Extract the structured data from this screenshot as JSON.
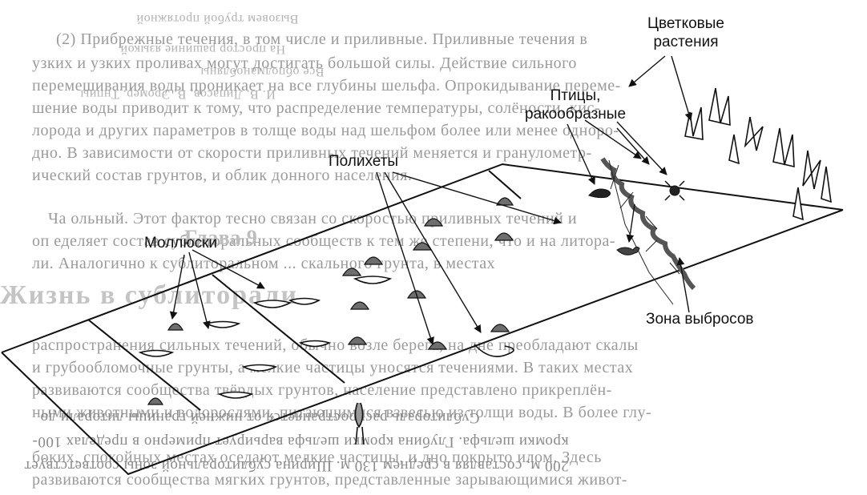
{
  "labels": {
    "flowering_plants": "Цветковые\nрастения",
    "birds_crustaceans": "Птицы,\nракообразные",
    "polychaetes": "Полихеты",
    "molluscs": "Моллюски",
    "wrack_zone": "Зона выбросов"
  },
  "background_text": {
    "mirrored": [
      "Вызовем трубой протяжной",
      "На простор рашиние языкой",
      "Все обподманобляны",
      "И. В. Липасов, В. Эромер. Тнпиы"
    ],
    "lines": [
      "(2) Прибрежные течения, в том числе и приливные. Приливные течения в",
      "узких и узких проливах могут достигать большой силы. Действие сильного",
      "перемешивания воды проникает на все глубины шельфа. Опрокидывание переме-",
      "шение воды приводит к тому, что распределение температуры, солёности, кис-",
      "лорода и других параметров в толще воды над шельфом более или менее одноро-",
      "дно. В зависимости от скорости приливных течений меняется и гранулометр-",
      "ический состав грунтов, и облик донного населения.",
      "Ча ольный. Этот фактор тесно связан со скоростью приливных течений и",
      "оп еделяет состав сублиторальных сообществ к тем же степени, что и на литора-",
      "ли. Аналогично к сублиторальном ... скального грунта, в местах",
      "распространения сильных течений, обычно возле берега, на дне преобладают скалы",
      "и грубообломочные грунты, а мелкие частицы уносятся течениями. В таких местах",
      "развиваются сообщества твёрдых грунтов, население представлено прикреплён-",
      "ными животными и водорослями, питающимися взвесью из толщи воды. В более глу-",
      "боких, спокойных местах оседают мелкие частицы, и дно покрыто илом. Здесь",
      "развиваются сообщества мягких грунтов, представленные зарывающимися живот-"
    ],
    "heading": "Жизнь в сублиторали",
    "heading_prefix": "Глава 9",
    "bottom_mirrored": [
      "Сублитораль распространяется от нижней границы литорали до",
      "кромки шельфа. Глубина кромки шельфа варьирует примерно в пределах 100-",
      "200 м, составляя в среднем 130 м. Ширина сублиторальной зоны соответствует"
    ]
  }
}
